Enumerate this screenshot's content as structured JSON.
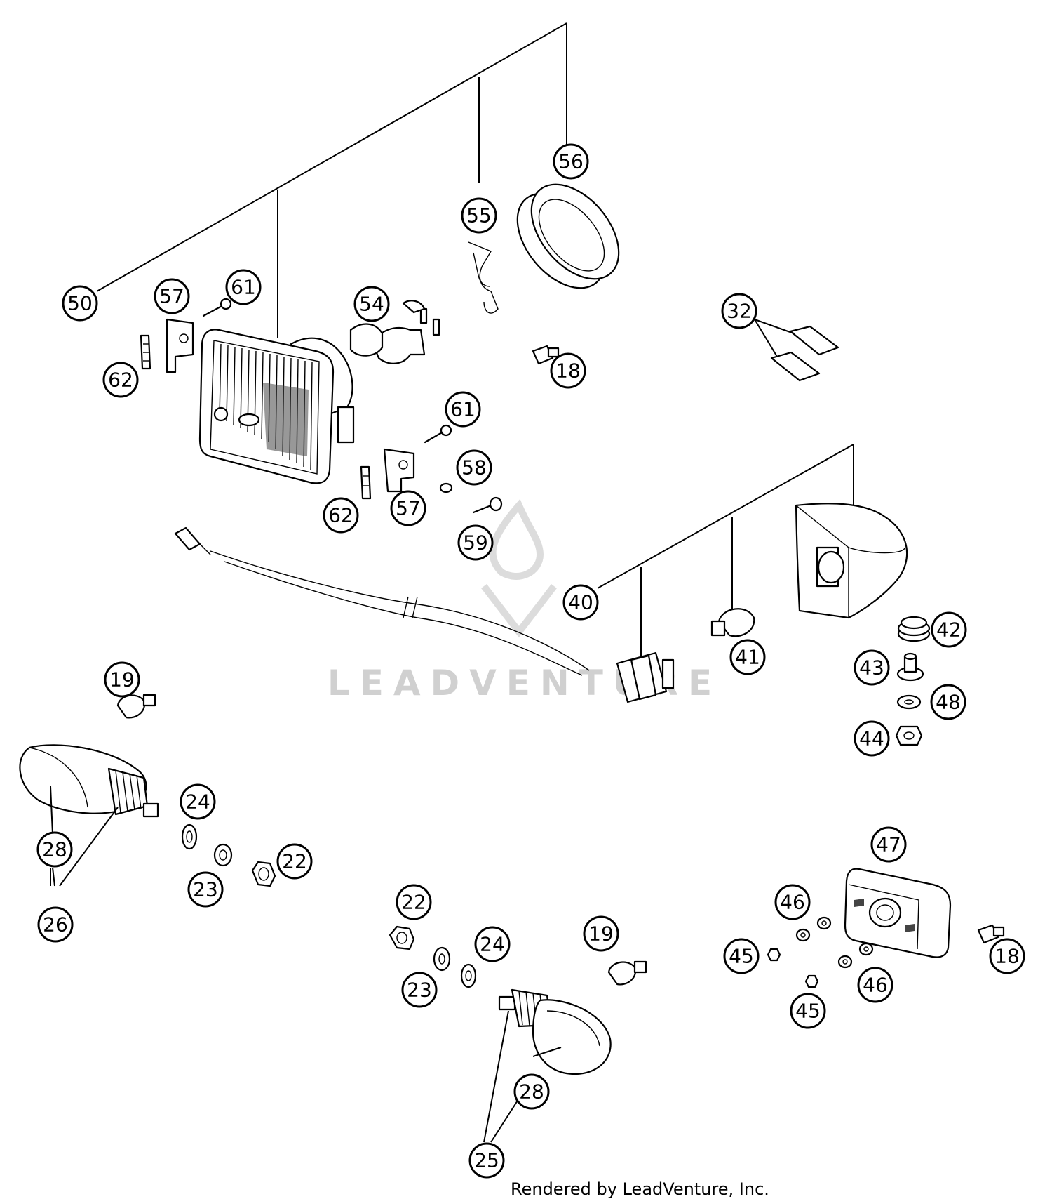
{
  "footer": {
    "credit": "Rendered by LeadVenture, Inc."
  },
  "watermark": {
    "text": "LEADVENTURE"
  },
  "colors": {
    "line": "#000000",
    "background": "#ffffff",
    "watermark": "#d0d0d0"
  },
  "callouts": [
    {
      "id": "c56a",
      "label": "56"
    },
    {
      "id": "c55a",
      "label": "55"
    },
    {
      "id": "c50a",
      "label": "50"
    },
    {
      "id": "c57a",
      "label": "57"
    },
    {
      "id": "c61a",
      "label": "61"
    },
    {
      "id": "c54a",
      "label": "54"
    },
    {
      "id": "c62a",
      "label": "62"
    },
    {
      "id": "c18a",
      "label": "18"
    },
    {
      "id": "c32a",
      "label": "32"
    },
    {
      "id": "c61b",
      "label": "61"
    },
    {
      "id": "c58a",
      "label": "58"
    },
    {
      "id": "c62b",
      "label": "62"
    },
    {
      "id": "c57b",
      "label": "57"
    },
    {
      "id": "c59a",
      "label": "59"
    },
    {
      "id": "c40a",
      "label": "40"
    },
    {
      "id": "c42a",
      "label": "42"
    },
    {
      "id": "c41a",
      "label": "41"
    },
    {
      "id": "c43a",
      "label": "43"
    },
    {
      "id": "c48a",
      "label": "48"
    },
    {
      "id": "c44a",
      "label": "44"
    },
    {
      "id": "c19a",
      "label": "19"
    },
    {
      "id": "c24a",
      "label": "24"
    },
    {
      "id": "c28a",
      "label": "28"
    },
    {
      "id": "c22a",
      "label": "22"
    },
    {
      "id": "c23a",
      "label": "23"
    },
    {
      "id": "c26a",
      "label": "26"
    },
    {
      "id": "c47a",
      "label": "47"
    },
    {
      "id": "c22b",
      "label": "22"
    },
    {
      "id": "c46a",
      "label": "46"
    },
    {
      "id": "c24b",
      "label": "24"
    },
    {
      "id": "c19b",
      "label": "19"
    },
    {
      "id": "c45a",
      "label": "45"
    },
    {
      "id": "c18b",
      "label": "18"
    },
    {
      "id": "c23b",
      "label": "23"
    },
    {
      "id": "c46b",
      "label": "46"
    },
    {
      "id": "c45b",
      "label": "45"
    },
    {
      "id": "c28b",
      "label": "28"
    },
    {
      "id": "c25a",
      "label": "25"
    }
  ]
}
